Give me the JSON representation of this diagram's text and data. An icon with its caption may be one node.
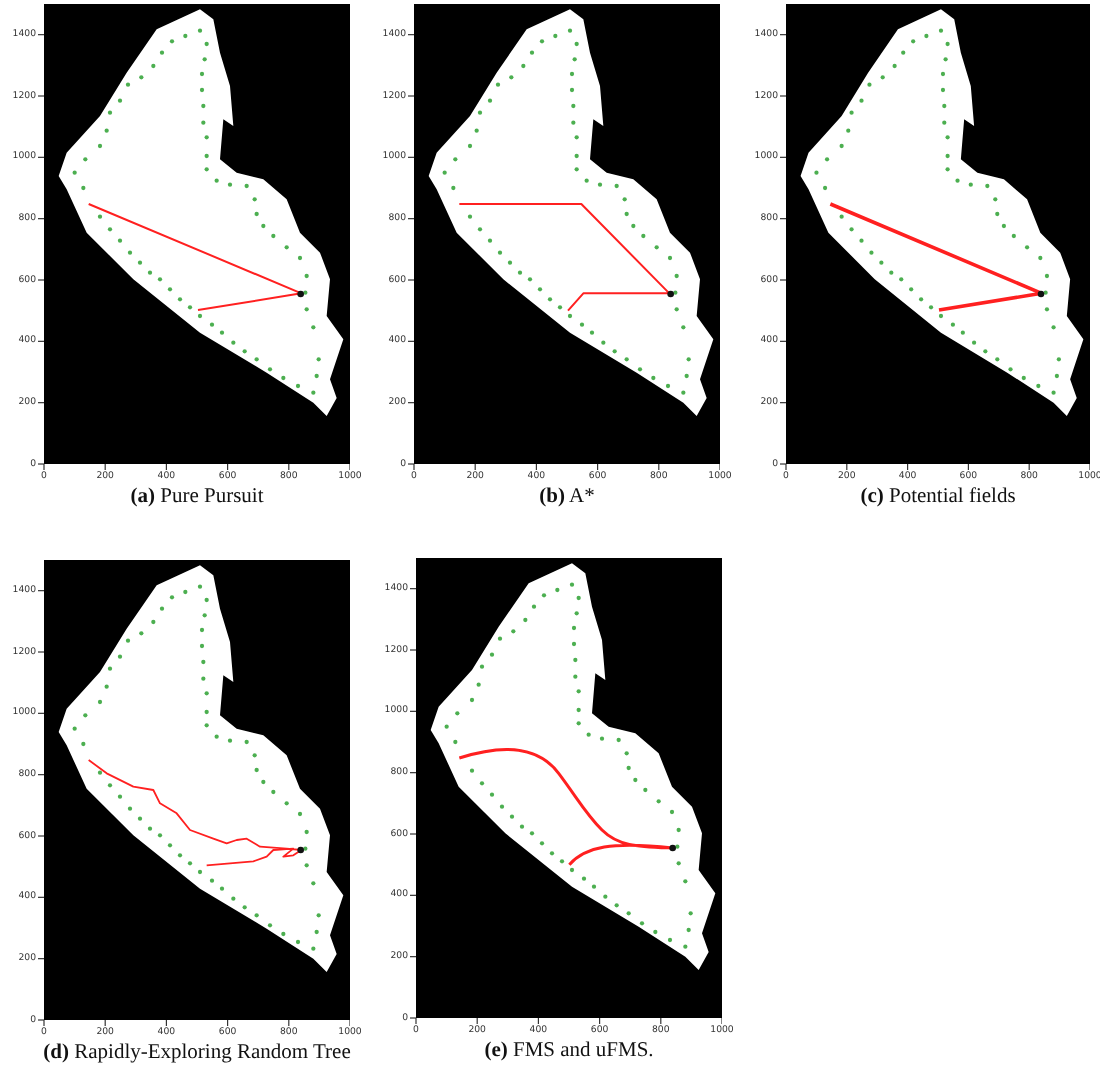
{
  "diagram": {
    "labels": [
      "1400",
      "1200",
      "1000",
      "800",
      "600",
      "400",
      "200",
      "0",
      "0",
      "200",
      "400",
      "600",
      "800",
      "1000",
      "**(a)** Pure Pursuit",
      "1400",
      "1200",
      "1000",
      "800",
      "600",
      "400",
      "200",
      "0",
      "0",
      "200",
      "400",
      "600",
      "800",
      "1000",
      "**(b)** A*",
      "1400",
      "1200",
      "1000",
      "800",
      "600",
      "400",
      "200",
      "0",
      "0",
      "200",
      "400",
      "600",
      "800",
      "1000",
      "**(c)** Potential fields",
      "1400",
      "1200",
      "1000",
      "800",
      "600",
      "400",
      "200",
      "0",
      "0",
      "200",
      "400",
      "600",
      "800",
      "1000",
      "**(d)** Rapidly-Exploring Random Tree",
      "1400",
      "1200",
      "1000",
      "800",
      "600",
      "400",
      "200",
      "0",
      "0",
      "200",
      "400",
      "600",
      "800",
      "1000",
      "**(e)** FMS and uFMS."
    ]
  }
}
